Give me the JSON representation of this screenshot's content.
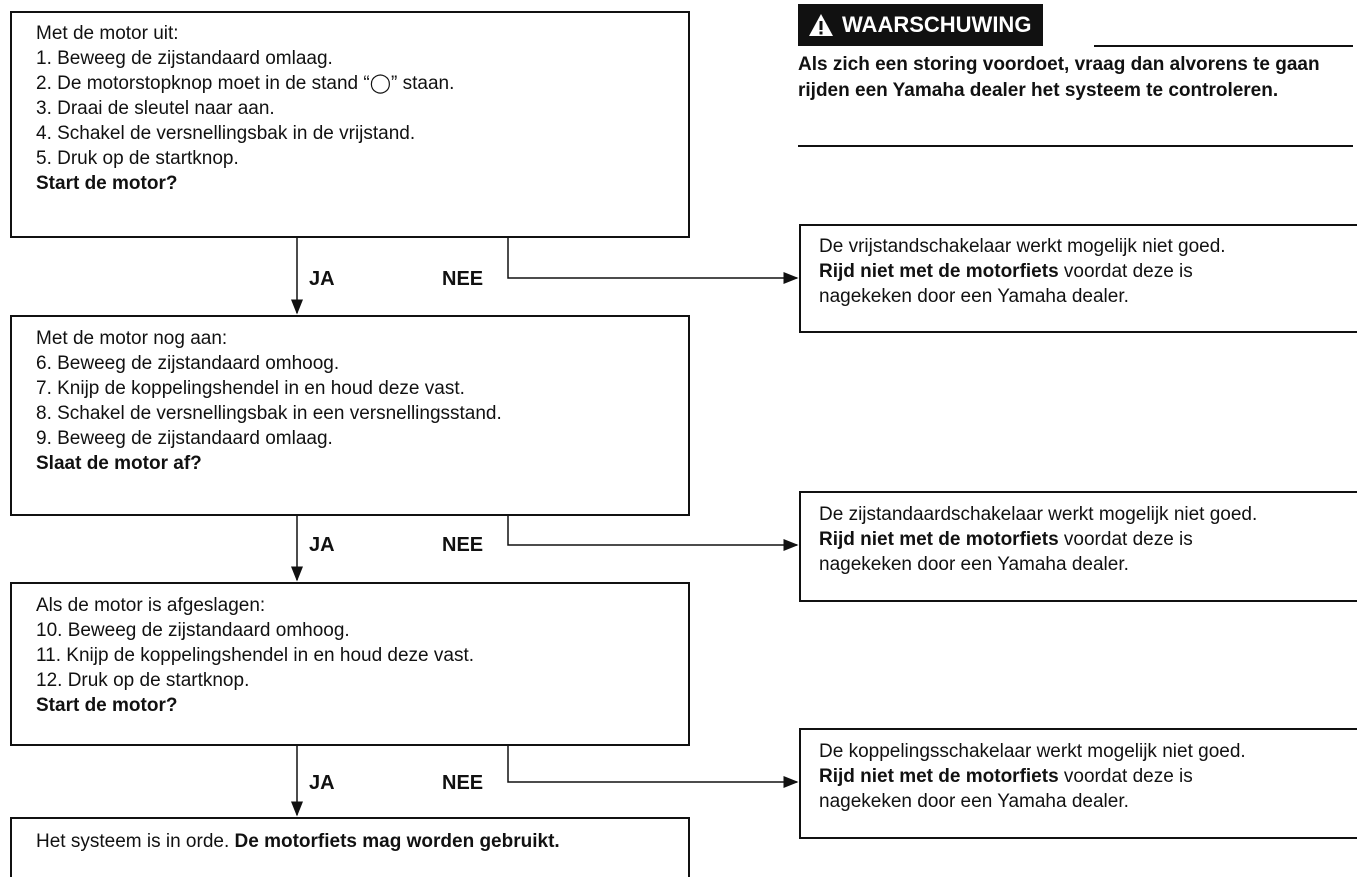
{
  "warning": {
    "title": "WAARSCHUWING",
    "text": "Als zich een storing voordoet, vraag dan alvorens te gaan rijden een Yamaha dealer het systeem te controleren."
  },
  "steps": [
    {
      "lines": [
        "Met de motor uit:",
        "1. Beweeg de zijstandaard omlaag.",
        "2. De motorstopknop moet in de stand “◯” staan.",
        "3. Draai de sleutel naar aan.",
        "4. Schakel de versnellingsbak in de vrijstand.",
        "5. Druk op de startknop."
      ],
      "question": "Start de motor?"
    },
    {
      "lines": [
        "Met de motor nog aan:",
        "6. Beweeg de zijstandaard omhoog.",
        "7. Knijp de koppelingshendel in en houd deze vast.",
        "8. Schakel de versnellingsbak in een versnellingsstand.",
        "9. Beweeg de zijstandaard omlaag."
      ],
      "question": "Slaat de motor af?"
    },
    {
      "lines": [
        "Als de motor is afgeslagen:",
        "10. Beweeg de zijstandaard omhoog.",
        "11. Knijp de koppelingshendel in en houd deze vast.",
        "12. Druk op de startknop."
      ],
      "question": "Start de motor?"
    }
  ],
  "final": {
    "text": "Het systeem is in orde. ",
    "bold": "De motorfiets mag worden gebruikt."
  },
  "labels": {
    "yes": "JA",
    "no": "NEE"
  },
  "results": [
    {
      "line1": "De vrijstandschakelaar werkt mogelijk niet goed.",
      "bold": "Rijd niet met de motorfiets",
      "rest": " voordat deze is",
      "line3": "nagekeken door een Yamaha dealer."
    },
    {
      "line1": "De zijstandaardschakelaar werkt mogelijk niet goed.",
      "bold": "Rijd niet met de motorfiets",
      "rest": " voordat deze is",
      "line3": "nagekeken door een Yamaha dealer."
    },
    {
      "line1": "De koppelingsschakelaar werkt mogelijk niet goed.",
      "bold": "Rijd niet met de motorfiets",
      "rest": " voordat deze is",
      "line3": "nagekeken door een Yamaha dealer."
    }
  ]
}
